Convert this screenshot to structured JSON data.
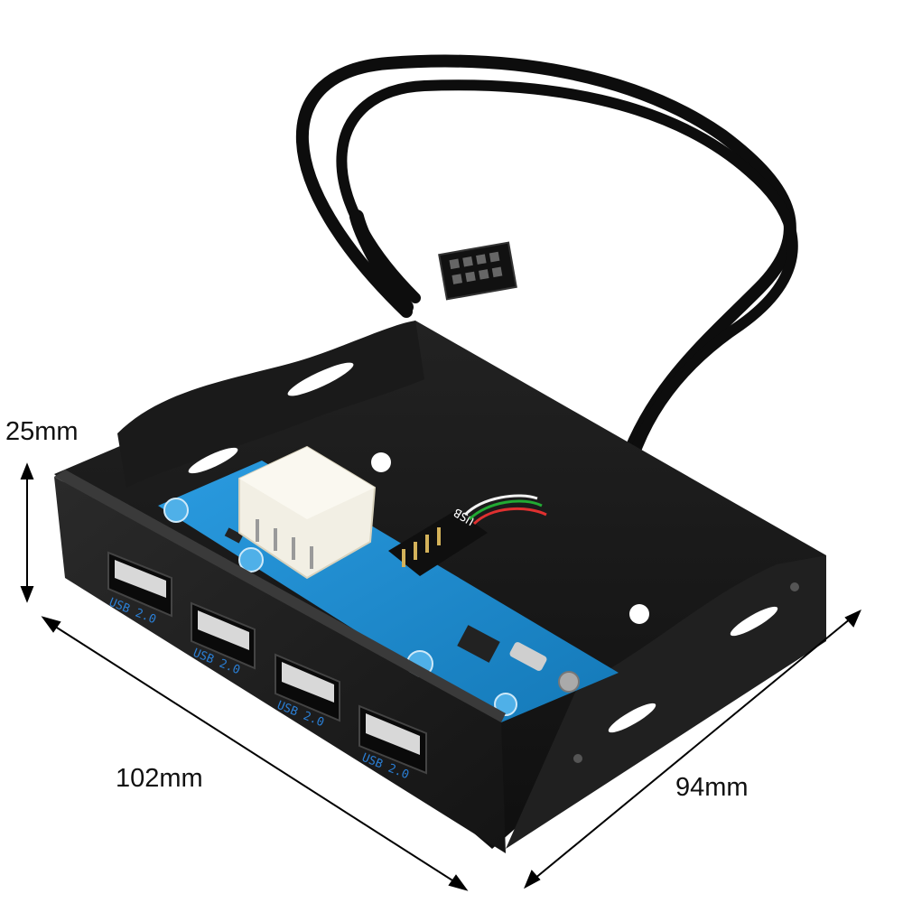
{
  "dimensions": {
    "height": "25mm",
    "width": "102mm",
    "depth": "94mm"
  },
  "ports": [
    {
      "label": "USB 2.0"
    },
    {
      "label": "USB 2.0"
    },
    {
      "label": "USB 2.0"
    },
    {
      "label": "USB 2.0"
    }
  ],
  "header_label": "USB",
  "colors": {
    "bracket": "#1c1c1c",
    "pcb": "#1f8fd0",
    "molex": "#f2efe4",
    "cable": "#0d0d0d",
    "port_text": "#2a7fd6"
  }
}
